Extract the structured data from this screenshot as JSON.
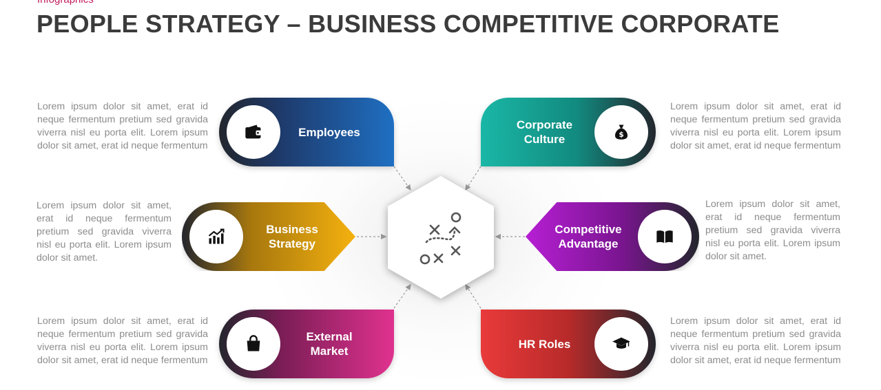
{
  "header": {
    "subtitle": "Infographics",
    "title": "PEOPLE STRATEGY – BUSINESS COMPETITIVE CORPORATE"
  },
  "items": {
    "employees": {
      "label": "Employees",
      "icon": "wallet-icon",
      "color": "#1f6fc2",
      "description": "Lorem ipsum dolor sit amet, erat id neque fermentum pretium sed gravida viverra nisl eu porta elit. Lorem ipsum dolor sit amet, erat id neque fermentum"
    },
    "business_strategy": {
      "label_line1": "Business",
      "label_line2": "Strategy",
      "icon": "chart-icon",
      "color": "#f4b10e",
      "description": "Lorem ipsum dolor sit amet, erat id neque fermentum pretium sed gravida viverra nisl eu porta elit. Lorem ipsum dolor sit amet."
    },
    "external_market": {
      "label_line1": "External",
      "label_line2": "Market",
      "icon": "shopping-bag-icon",
      "color": "#e0328f",
      "description": "Lorem ipsum dolor sit amet, erat id neque fermentum pretium sed gravida viverra nisl eu porta elit. Lorem ipsum dolor sit amet, erat id neque fermentum"
    },
    "corporate_culture": {
      "label_line1": "Corporate",
      "label_line2": "Culture",
      "icon": "money-bag-icon",
      "color": "#1ab7a6",
      "description": "Lorem ipsum dolor sit amet, erat id neque fermentum pretium sed gravida viverra nisl eu porta elit. Lorem ipsum dolor sit amet, erat id neque fermentum"
    },
    "competitive_advantage": {
      "label_line1": "Competitive",
      "label_line2": "Advantage",
      "icon": "book-icon",
      "color": "#b61fd4",
      "description": "Lorem ipsum dolor sit amet, erat id neque fermentum pretium sed gravida viverra nisl eu porta elit. Lorem ipsum dolor sit amet."
    },
    "hr_roles": {
      "label": "HR Roles",
      "icon": "graduation-cap-icon",
      "color": "#e93a3a",
      "description": "Lorem ipsum dolor sit amet, erat id neque fermentum pretium sed gravida viverra nisl eu porta elit. Lorem ipsum dolor sit amet, erat id neque fermentum"
    }
  },
  "center": {
    "icon": "strategy-play-icon"
  }
}
